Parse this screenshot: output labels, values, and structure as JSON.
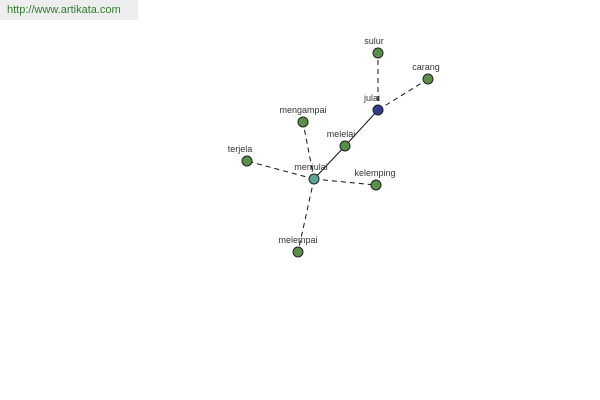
{
  "site_url": "http://www.artikata.com",
  "colors": {
    "leaf": "#5a8f4a",
    "center": "#5fa39a",
    "root": "#2f3d8f",
    "banner_text": "#2e7d2e"
  },
  "nodes": [
    {
      "id": "sulur",
      "label": "sulur",
      "kind": "leaf"
    },
    {
      "id": "carang",
      "label": "carang",
      "kind": "leaf"
    },
    {
      "id": "julai",
      "label": "julai",
      "kind": "root"
    },
    {
      "id": "mengampai",
      "label": "mengampai",
      "kind": "leaf"
    },
    {
      "id": "melelai",
      "label": "melelai",
      "kind": "leaf"
    },
    {
      "id": "terjela",
      "label": "terjela",
      "kind": "leaf"
    },
    {
      "id": "menjulai",
      "label": "menjulai",
      "kind": "center"
    },
    {
      "id": "kelemping",
      "label": "kelemping",
      "kind": "leaf"
    },
    {
      "id": "melempai",
      "label": "melempai",
      "kind": "leaf"
    }
  ],
  "edges": [
    {
      "from": "julai",
      "to": "sulur",
      "style": "dashed"
    },
    {
      "from": "julai",
      "to": "carang",
      "style": "dashed"
    },
    {
      "from": "julai",
      "to": "melelai",
      "style": "solid"
    },
    {
      "from": "melelai",
      "to": "menjulai",
      "style": "solid"
    },
    {
      "from": "menjulai",
      "to": "mengampai",
      "style": "dashed"
    },
    {
      "from": "menjulai",
      "to": "terjela",
      "style": "dashed"
    },
    {
      "from": "menjulai",
      "to": "kelemping",
      "style": "dashed"
    },
    {
      "from": "menjulai",
      "to": "melempai",
      "style": "dashed"
    }
  ]
}
